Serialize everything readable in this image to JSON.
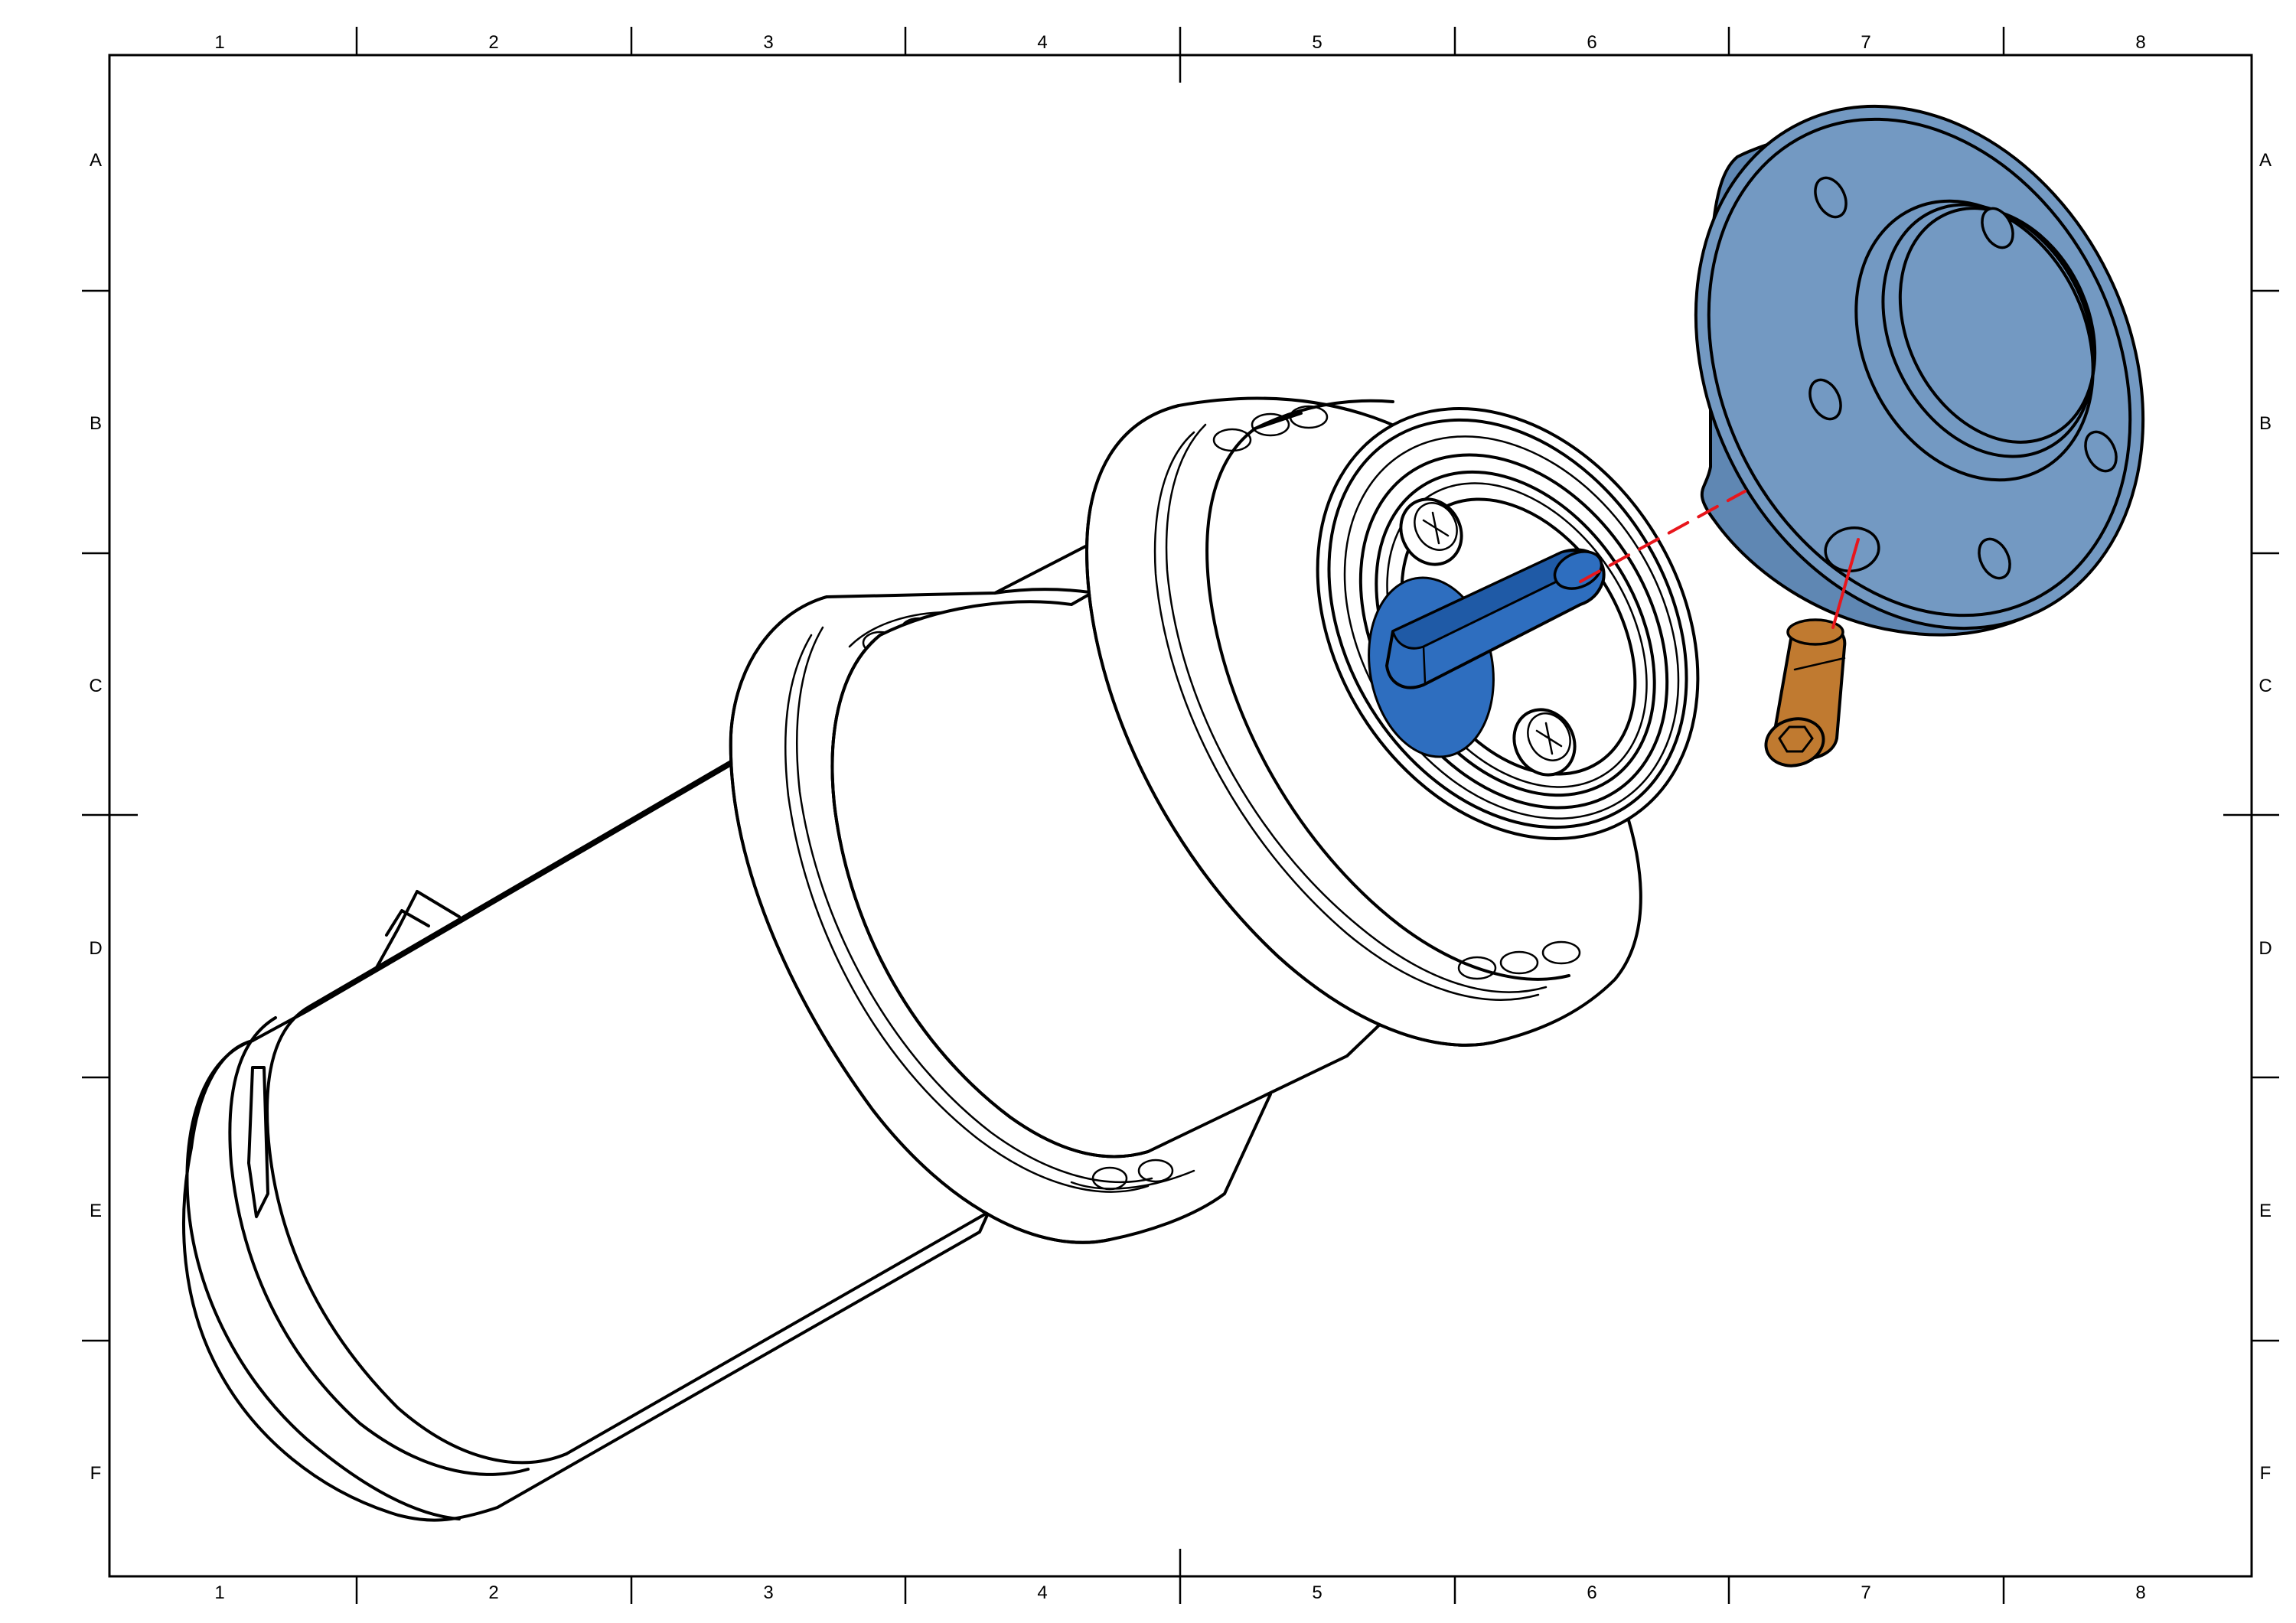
{
  "drawing": {
    "columns": [
      "1",
      "2",
      "3",
      "4",
      "5",
      "6",
      "7",
      "8"
    ],
    "rows": [
      "A",
      "B",
      "C",
      "D",
      "E",
      "F"
    ],
    "colors": {
      "border": "#000000",
      "background": "#ffffff",
      "flange": "#7399c2",
      "flange_dark": "#5f87b3",
      "key": "#2e6ebf",
      "key_dark": "#1f5aa6",
      "screw": "#c07a30",
      "explode_line": "#e8161c"
    },
    "parts": [
      {
        "name": "motor-housing",
        "color": "none"
      },
      {
        "name": "bearing-rear",
        "color": "none"
      },
      {
        "name": "bearing-front",
        "color": "none"
      },
      {
        "name": "shaft-key",
        "color": "key"
      },
      {
        "name": "mounting-flange",
        "color": "flange"
      },
      {
        "name": "set-screw",
        "color": "screw"
      },
      {
        "name": "explode-line",
        "color": "explode_line"
      }
    ]
  }
}
